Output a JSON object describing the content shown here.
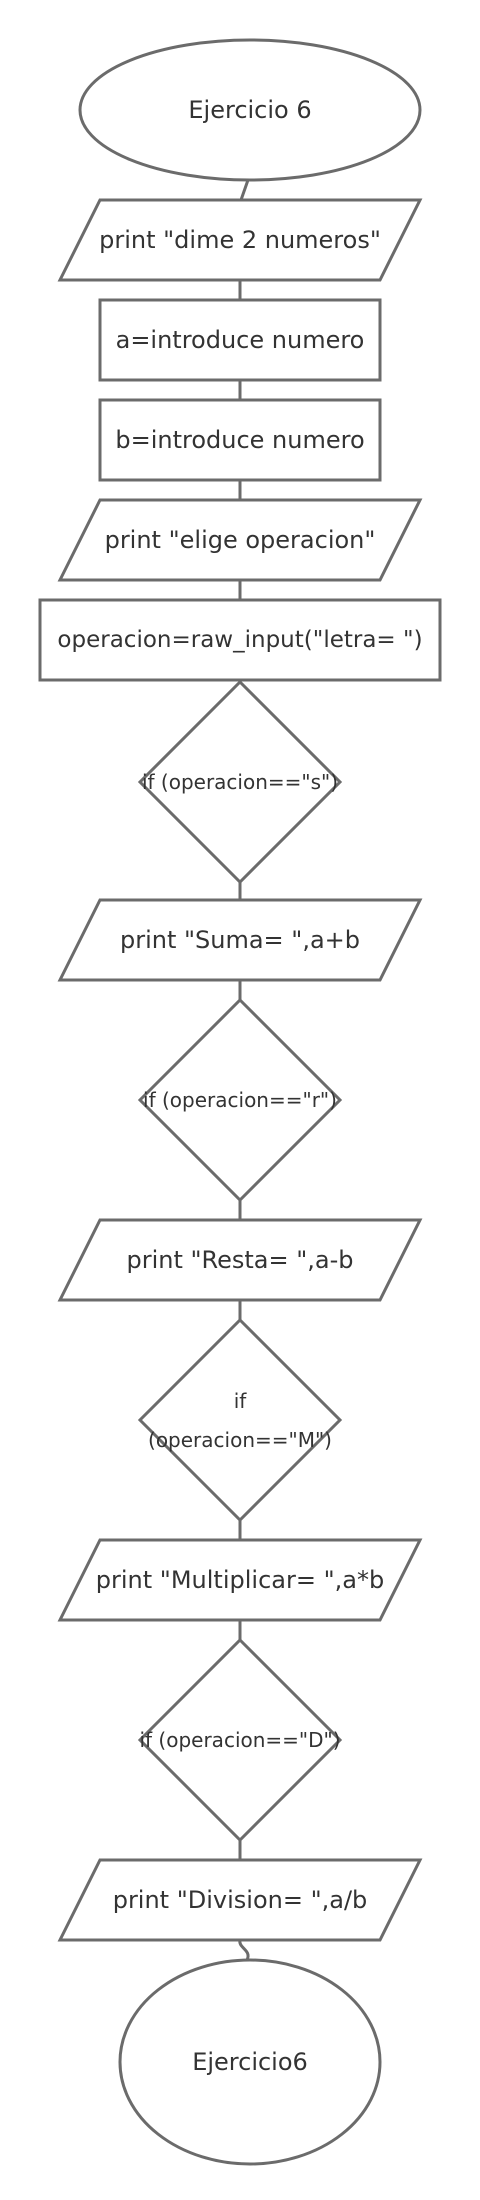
{
  "diagram": {
    "start_label": "Ejercicio 6",
    "end_label": "Ejercicio6",
    "steps": {
      "print_dime": "print \"dime 2 numeros\"",
      "assign_a": "a=introduce numero",
      "assign_b": "b=introduce numero",
      "print_elige": "print \"elige operacion\"",
      "assign_operacion": "operacion=raw_input(\"letra= \")",
      "if_s": "if (operacion==\"s\")",
      "print_suma": "print \"Suma= \",a+b",
      "if_r": "if (operacion==\"r\")",
      "print_resta": "print \"Resta= \",a-b",
      "if_m_line1": "if",
      "if_m_line2": "(operacion==\"M\")",
      "print_multiplicar": "print \"Multiplicar= \",a*b",
      "if_d": "if (operacion==\"D\")",
      "print_division": "print \"Division= \",a/b"
    }
  }
}
